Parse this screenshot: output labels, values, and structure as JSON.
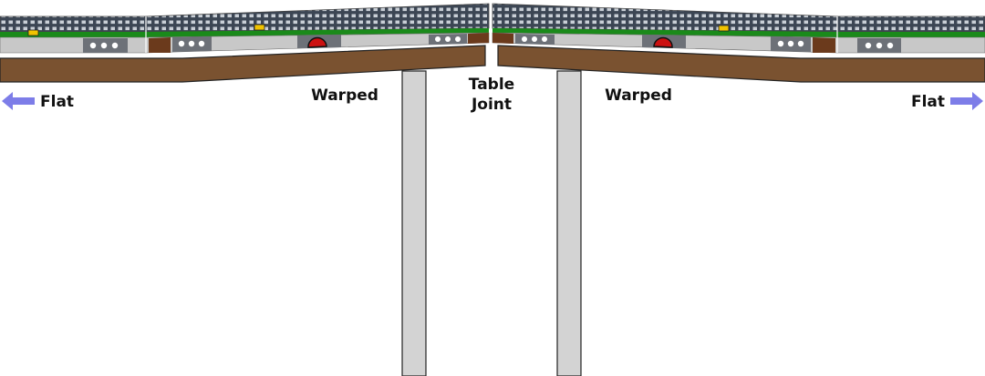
{
  "labels": {
    "left_flat": "Flat",
    "left_warped": "Warped",
    "joint_line1": "Table",
    "joint_line2": "Joint",
    "right_warped": "Warped",
    "right_flat": "Flat"
  },
  "colors": {
    "table_wood": "#7a5230",
    "table_outline": "#222222",
    "leg_fill": "#d3d3d3",
    "grass_green": "#1a8a1a",
    "building_dark": "#3c4654",
    "window_light": "#c9cfd6",
    "base_gray": "#c8c8c8",
    "dirt_brown": "#6b3a1c",
    "arrow": "#7d7de8",
    "portal_red": "#cc1111",
    "vehicle_yellow": "#f2c400"
  },
  "icons": [
    "arrow-left-icon",
    "arrow-right-icon",
    "tunnel-portal-icon",
    "vehicle-icon"
  ]
}
